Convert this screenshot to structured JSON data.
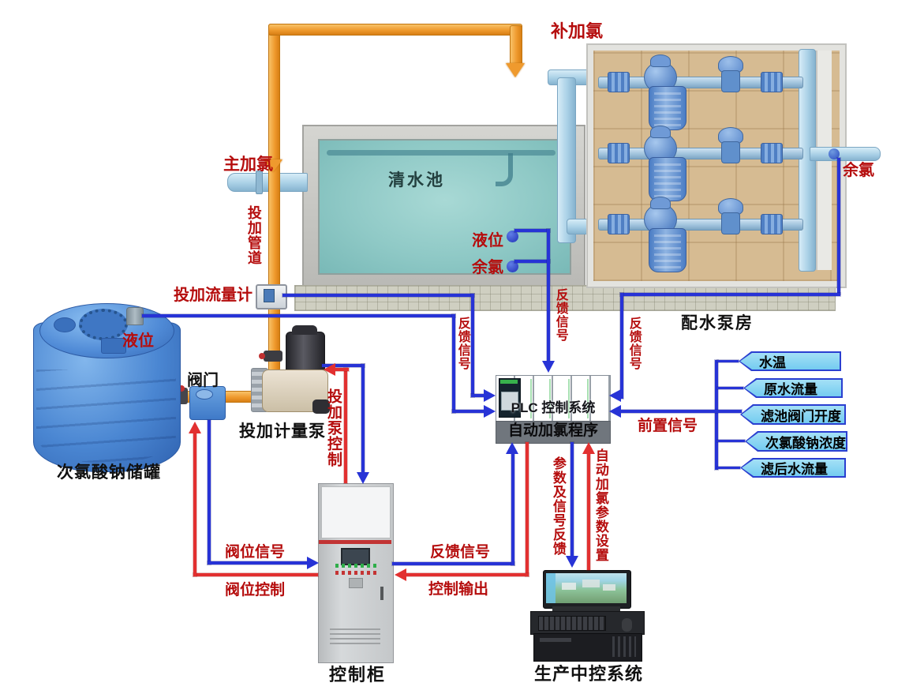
{
  "equipment": {
    "clear_water_pool": "清水池",
    "distribution_pump_house": "配水泵房",
    "hypochlorite_tank": "次氯酸钠储罐",
    "valve": "阀门",
    "dosing_pump": "投加计量泵",
    "dosing_flow_meter": "投加流量计",
    "control_cabinet": "控制柜",
    "central_control_system": "生产中控系统",
    "plc_title": "PLC 控制系统",
    "plc_subtitle": "自动加氯程序"
  },
  "flow_labels": {
    "supplementary_chlorine": "补加氯",
    "main_chlorine": "主加氯",
    "dosing_pipeline": "投加管道",
    "tank_level": "液位",
    "pool_level": "液位",
    "pool_residual_chlorine": "余氯",
    "outlet_residual_chlorine": "余氯"
  },
  "signal_labels": {
    "feedback_left": "反馈信号",
    "feedback_pool": "反馈信号",
    "feedback_pumphouse": "反馈信号",
    "feedback_cabinet": "反馈信号",
    "front_signal": "前置信号",
    "dosing_pump_control": "投加泵控制",
    "valve_position_signal": "阀位信号",
    "valve_position_control": "阀位控制",
    "control_output": "控制输出",
    "params_and_signal_feedback": "参数及信号反馈",
    "auto_chlorination_param_setting": "自动加氯参数设置"
  },
  "right_panel": {
    "banners": [
      "水温",
      "原水流量",
      "滤池阀门开度",
      "次氯酸钠浓度",
      "滤后水流量"
    ]
  },
  "colors": {
    "signal_blue": "#2733d6",
    "signal_red": "#e23030",
    "pipe_orange": "#ef9a2e",
    "water_pipe_blue": "#a9d0e6",
    "pool_water": "#8fc9c6",
    "tank_blue": "#4a86d2",
    "banner_fill": "#74ccf0",
    "banner_border": "#2a3fd0",
    "label_red": "#b50d0d",
    "label_black": "#101010"
  }
}
